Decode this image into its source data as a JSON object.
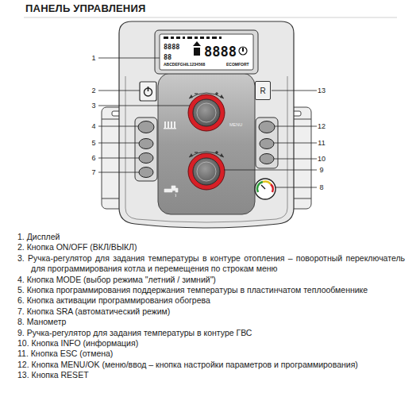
{
  "diagram": {
    "title": "ПАНЕЛЬ УПРАВЛЕНИЯ",
    "nodes": [
      {
        "text": [
          "8888",
          "88",
          "8888",
          "ABCDEFGHIL1234568",
          "ECOMFORT"
        ]
      },
      {
        "text": [
          "R"
        ]
      }
    ],
    "labels": [
      "1",
      "2",
      "3",
      "4",
      "5",
      "6",
      "7",
      "8",
      "9",
      "10",
      "11",
      "12",
      "13",
      "MENU",
      "1. Дисплей",
      "2. Кнопка ON/OFF (ВКЛ/ВЫКЛ)",
      "3. Ручка-регулятор для задания температуры в контуре отопления – поворотный переключатель для программирования котла и перемещения по строкам меню",
      "4. Кнопка MODE (выбор режима \"летний / зимний\")",
      "5. Кнопка программирования поддержания температуры в пластинчатом теплообменнике",
      "6. Кнопка активации программирования обогрева",
      "7. Кнопка SRA (автоматический режим)",
      "8. Манометр",
      "9. Ручка-регулятор для задания температуры в контуре ГВС",
      "10. Кнопка INFO (информация)",
      "11. Кнопка ESC (отмена)",
      "12. Кнопка MENU/OK (меню/ввод – кнопка настройки параметров и программирования)",
      "13. Кнопка RESET"
    ]
  }
}
